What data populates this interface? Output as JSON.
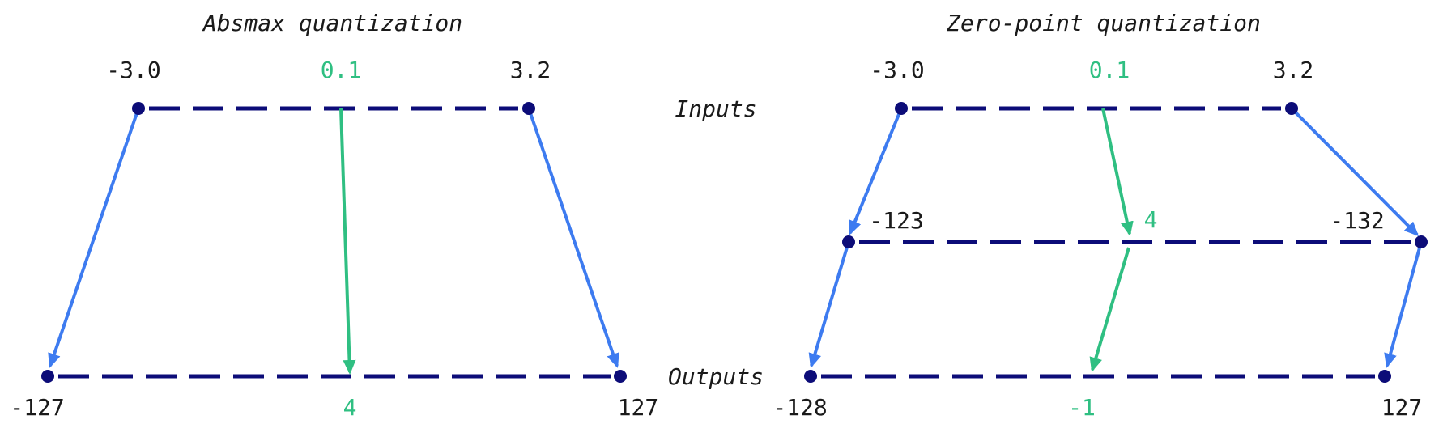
{
  "colors": {
    "navy": "#0c0c78",
    "blue": "#3d7bf0",
    "green": "#2fbf82",
    "text": "#1a1a1a"
  },
  "row_labels": {
    "inputs": "Inputs",
    "outputs": "Outputs"
  },
  "absmax": {
    "title": "Absmax quantization",
    "inputs": {
      "min": "-3.0",
      "value": "0.1",
      "max": "3.2"
    },
    "outputs": {
      "min": "-127",
      "value": "4",
      "max": "127"
    }
  },
  "zeropoint": {
    "title": "Zero-point quantization",
    "inputs": {
      "min": "-3.0",
      "value": "0.1",
      "max": "3.2"
    },
    "intermediate": {
      "min": "-123",
      "value": "4",
      "max": "-132"
    },
    "outputs": {
      "min": "-128",
      "value": "-1",
      "max": "127"
    }
  }
}
